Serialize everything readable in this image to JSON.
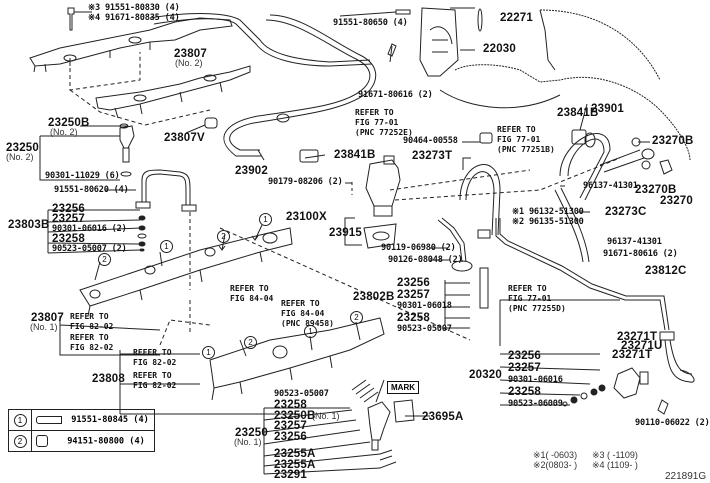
{
  "diagram": {
    "figure_id": "221891G",
    "labels": {
      "p91551_80830": "※3 91551-80830 (4)",
      "p91671_80835": "※4 91671-80835 (4)",
      "p23807_no2": "23807",
      "p23807_no2_sub": "(No. 2)",
      "p23250B_no2": "23250B",
      "p23250B_no2_sub": "(No. 2)",
      "p23250_no2": "23250",
      "p23250_no2_sub": "(No. 2)",
      "p90301_11029": "90301-11029 (6)",
      "p23807V": "23807V",
      "p91551_80620": "91551-80620 (4)",
      "p23803B": "23803B",
      "p23256_a": "23256",
      "p23257_a": "23257",
      "p90301_06016_a": "90301-06016 (2)",
      "p23258_a": "23258",
      "p90523_05007_a": "90523-05007 (2)",
      "p91551_80650": "91551-80650 (4)",
      "p91671_80616_a": "91671-80616 (2)",
      "p23902": "23902",
      "p23841B_a": "23841B",
      "p90179_08206": "90179-08206 (2)",
      "p23100X": "23100X",
      "p23915": "23915",
      "p90119_06980": "90119-06980 (2)",
      "p90126_08048": "90126-08048 (2)",
      "p22271": "22271",
      "p22030": "22030",
      "p90464_00558": "90464-00558",
      "p23273T": "23273T",
      "p23841B_b": "23841B",
      "p23901": "23901",
      "p23270B_a": "23270B",
      "p96137_41301_a": "96137-41301",
      "p23270B_b": "23270B",
      "p23270": "23270",
      "p96132_51300": "※1 96132-51300",
      "p96135_51300": "※2 96135-51300",
      "p23273C": "23273C",
      "p96137_41301_b": "96137-41301",
      "p91671_80616_b": "91671-80616 (2)",
      "p23812C": "23812C",
      "p23802B": "23802B",
      "p23256_b": "23256",
      "p23257_b": "23257",
      "p90301_06018": "90301-06018",
      "p23258_b": "23258",
      "p90523_05007_b": "90523-05007",
      "p23807_no1": "23807",
      "p23807_no1_sub": "(No. 1)",
      "p23808": "23808",
      "p23271T_a": "23271T",
      "p23271U": "23271U",
      "p23271T_b": "23271T",
      "p20320": "20320",
      "p23256_c": "23256",
      "p23257_c": "23257",
      "p90301_06016_c": "90301-06016",
      "p23258_c": "23258",
      "p90523_06009": "90523-06009",
      "p90110_06022": "90110-06022 (2)",
      "p90523_05007_c": "90523-05007",
      "p23258_d": "23258",
      "p23250B_no1": "23250B",
      "p23250B_no1_sub": "(No. 1)",
      "p23257_d": "23257",
      "p23256_d": "23256",
      "p23250_no1": "23250",
      "p23250_no1_sub": "(No. 1)",
      "p23255A_a": "23255A",
      "p23255A_b": "23255A",
      "p23291": "23291",
      "p23695A": "23695A",
      "mark": "MARK"
    },
    "references": {
      "ref_77252E": [
        "REFER TO",
        "FIG 77-01",
        "(PNC 77252E)"
      ],
      "ref_77251B": [
        "REFER TO",
        "FIG 77-01",
        "(PNC 77251B)"
      ],
      "ref_77255D": [
        "REFER TO",
        "FIG 77-01",
        "(PNC 77255D)"
      ],
      "ref_84_04_a": [
        "REFER TO",
        "FIG 84-04"
      ],
      "ref_84_04_b": [
        "REFER TO",
        "FIG 84-04",
        "(PNC 89458)"
      ],
      "ref_82_02_a": [
        "REFER TO",
        "FIG 82-02"
      ],
      "ref_82_02_b": [
        "REFER TO",
        "FIG 82-02"
      ],
      "ref_82_02_c": [
        "REFER TO",
        "FIG 82-02"
      ],
      "ref_82_02_d": [
        "REFER TO",
        "FIG 82-02"
      ]
    },
    "callouts": [
      "1",
      "2"
    ],
    "legend": [
      {
        "key": "1",
        "part": "91551-80845 (4)"
      },
      {
        "key": "2",
        "part": "94151-80800 (4)"
      }
    ],
    "notes": {
      "n1": "※1(    -0603)",
      "n2": "※2(0803-    )",
      "n3": "※3 (    -1109)",
      "n4": "※4 (1109-    )"
    }
  }
}
